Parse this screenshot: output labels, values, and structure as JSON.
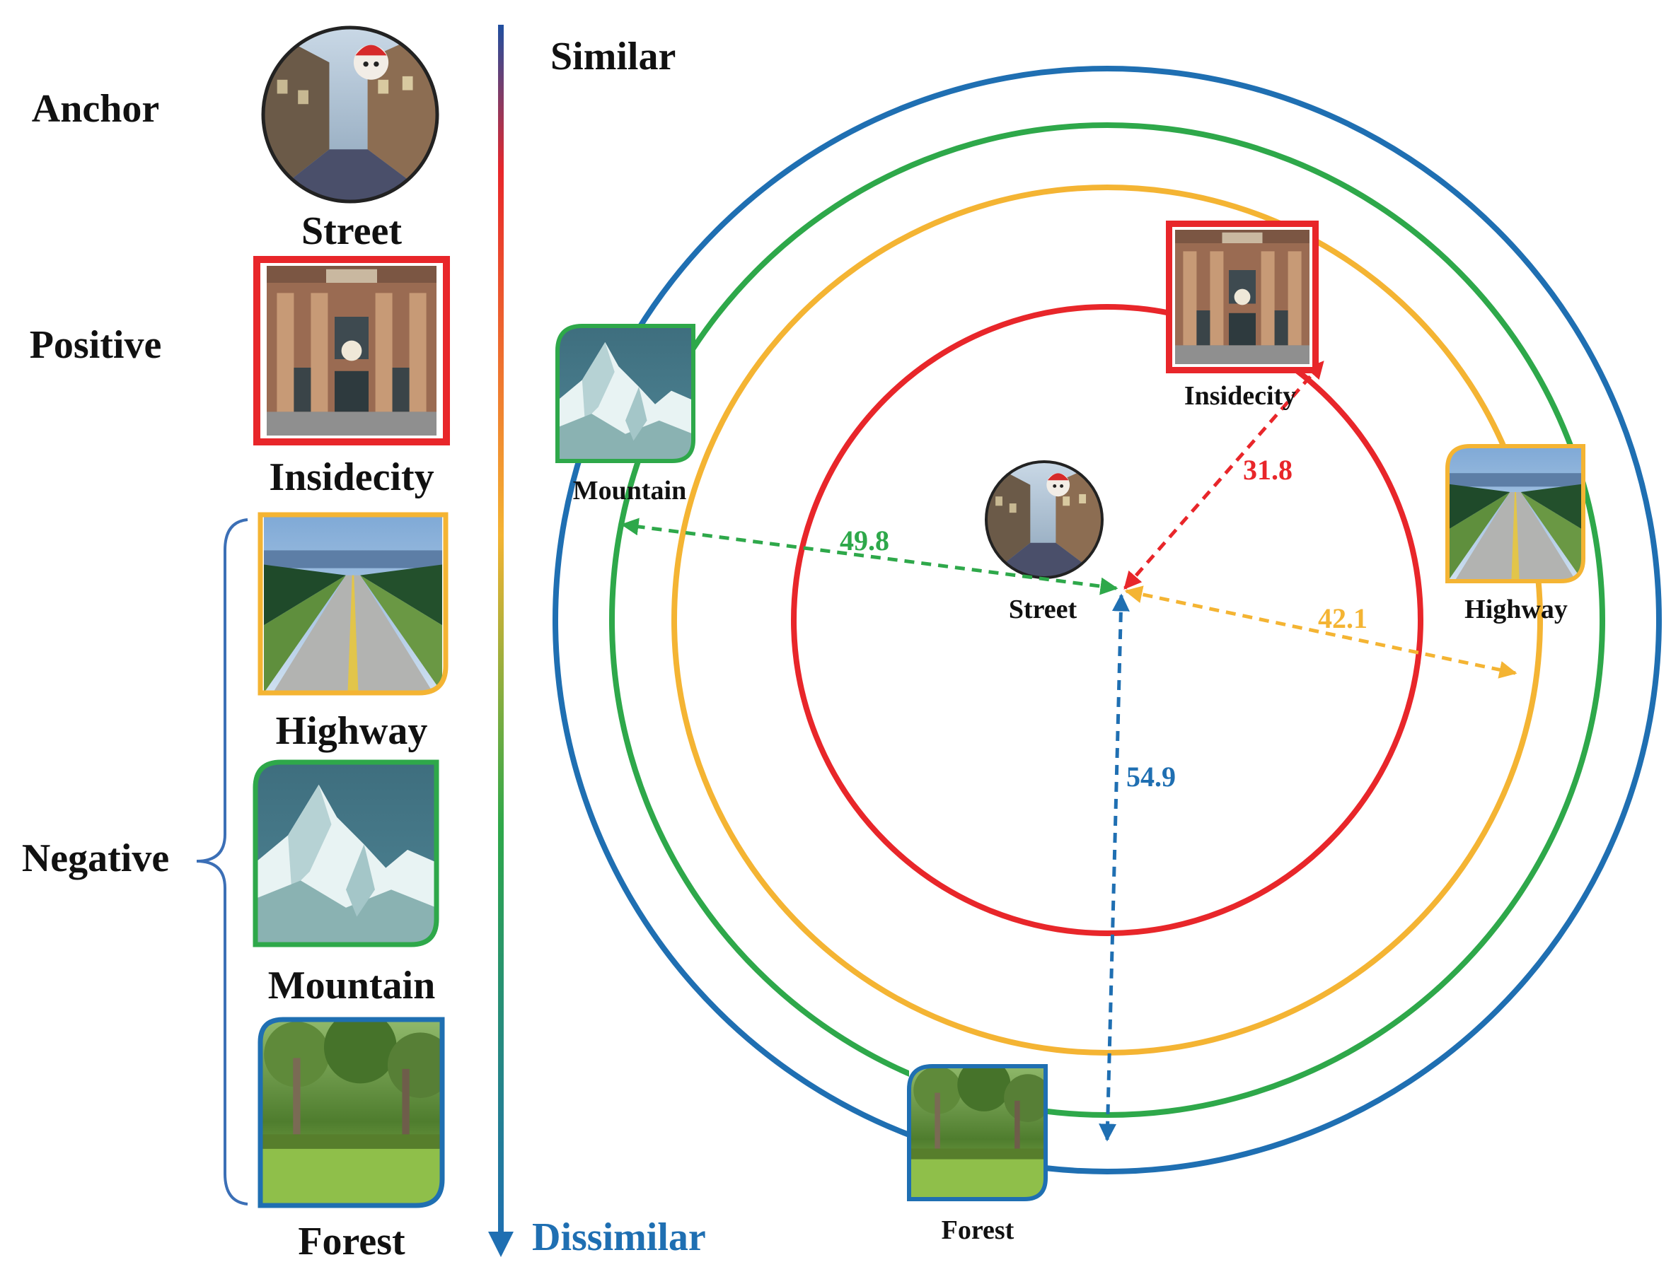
{
  "labels": {
    "anchor": "Anchor",
    "positive": "Positive",
    "negative": "Negative",
    "similar": "Similar",
    "dissimilar": "Dissimilar"
  },
  "left_column": {
    "street": "Street",
    "insidecity": "Insidecity",
    "highway": "Highway",
    "mountain": "Mountain",
    "forest": "Forest"
  },
  "diagram": {
    "street": "Street",
    "insidecity": "Insidecity",
    "highway": "Highway",
    "mountain": "Mountain",
    "forest": "Forest"
  },
  "distances": {
    "insidecity": "31.8",
    "highway": "42.1",
    "mountain": "49.8",
    "forest": "54.9"
  },
  "colors": {
    "red": "#e8262a",
    "orange": "#f4b433",
    "green": "#2ea84a",
    "blue": "#1f6fb2",
    "text": "#111111",
    "bracket": "#3b6fb6"
  }
}
